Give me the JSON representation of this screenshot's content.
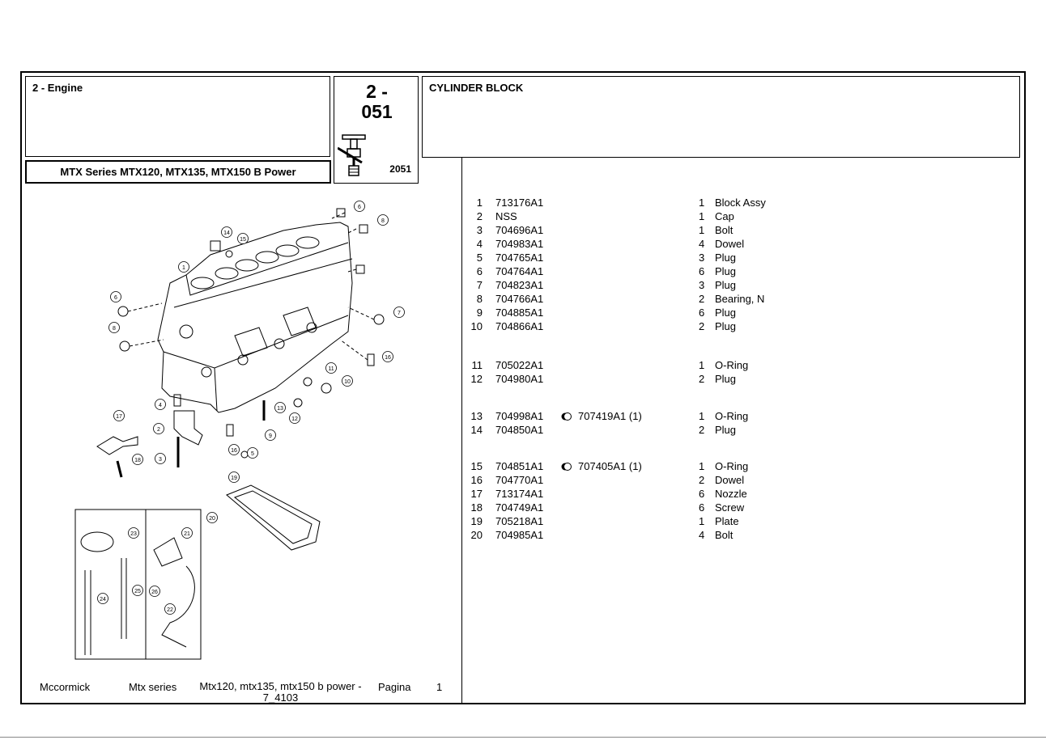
{
  "header": {
    "section": "2 - Engine",
    "code_line1": "2 -",
    "code_line2": "051",
    "code_id": "2051",
    "title": "CYLINDER BLOCK",
    "series": "MTX Series MTX120, MTX135, MTX150 B Power"
  },
  "diagram_callouts": [
    "1",
    "2",
    "3",
    "4",
    "5",
    "6",
    "7",
    "8",
    "9",
    "10",
    "11",
    "12",
    "13",
    "14",
    "15",
    "16",
    "17",
    "18",
    "19",
    "20",
    "21",
    "22",
    "23",
    "24",
    "25",
    "26"
  ],
  "parts": [
    {
      "idx": "1",
      "pn": "713176A1",
      "alt": "",
      "qty": "1",
      "desc": "Block Assy"
    },
    {
      "idx": "2",
      "pn": "NSS",
      "alt": "",
      "qty": "1",
      "desc": "Cap"
    },
    {
      "idx": "3",
      "pn": "704696A1",
      "alt": "",
      "qty": "1",
      "desc": "Bolt"
    },
    {
      "idx": "4",
      "pn": "704983A1",
      "alt": "",
      "qty": "4",
      "desc": "Dowel"
    },
    {
      "idx": "5",
      "pn": "704765A1",
      "alt": "",
      "qty": "3",
      "desc": "Plug"
    },
    {
      "idx": "6",
      "pn": "704764A1",
      "alt": "",
      "qty": "6",
      "desc": "Plug"
    },
    {
      "idx": "7",
      "pn": "704823A1",
      "alt": "",
      "qty": "3",
      "desc": "Plug"
    },
    {
      "idx": "8",
      "pn": "704766A1",
      "alt": "",
      "qty": "2",
      "desc": "Bearing, N"
    },
    {
      "idx": "9",
      "pn": "704885A1",
      "alt": "",
      "qty": "6",
      "desc": "Plug"
    },
    {
      "idx": "10",
      "pn": "704866A1",
      "alt": "",
      "qty": "2",
      "desc": "Plug"
    },
    {
      "idx": "11",
      "pn": "705022A1",
      "alt": "",
      "qty": "1",
      "desc": "O-Ring"
    },
    {
      "idx": "12",
      "pn": "704980A1",
      "alt": "",
      "qty": "2",
      "desc": "Plug"
    },
    {
      "idx": "13",
      "pn": "704998A1",
      "alt": "707419A1  (1)",
      "qty": "1",
      "desc": "O-Ring"
    },
    {
      "idx": "14",
      "pn": "704850A1",
      "alt": "",
      "qty": "2",
      "desc": "Plug"
    },
    {
      "idx": "15",
      "pn": "704851A1",
      "alt": "707405A1  (1)",
      "qty": "1",
      "desc": "O-Ring"
    },
    {
      "idx": "16",
      "pn": "704770A1",
      "alt": "",
      "qty": "2",
      "desc": "Dowel"
    },
    {
      "idx": "17",
      "pn": "713174A1",
      "alt": "",
      "qty": "6",
      "desc": "Nozzle"
    },
    {
      "idx": "18",
      "pn": "704749A1",
      "alt": "",
      "qty": "6",
      "desc": "Screw"
    },
    {
      "idx": "19",
      "pn": "705218A1",
      "alt": "",
      "qty": "1",
      "desc": "Plate"
    },
    {
      "idx": "20",
      "pn": "704985A1",
      "alt": "",
      "qty": "4",
      "desc": "Bolt"
    }
  ],
  "footer": {
    "brand": "Mccormick",
    "series": "Mtx series",
    "model_line1": "Mtx120, mtx135, mtx150 b power -",
    "model_line2": "7_4103",
    "page_label": "Pagina",
    "page_num": "1"
  }
}
